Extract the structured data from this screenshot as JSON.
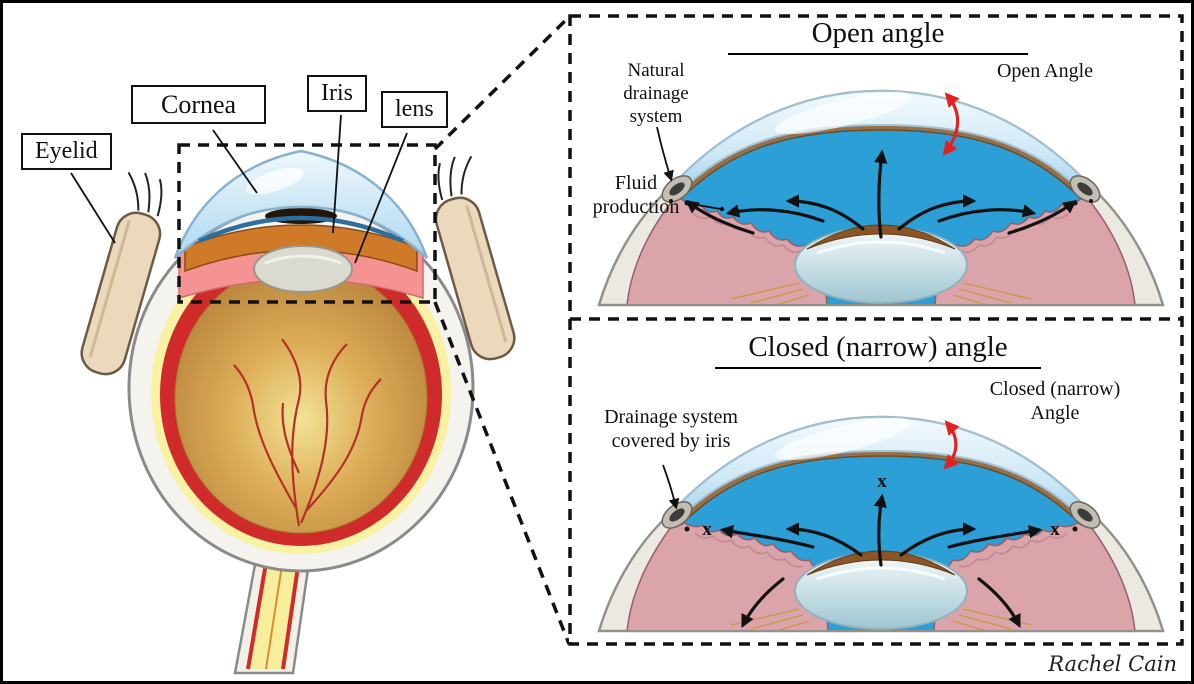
{
  "left_diagram": {
    "labels": {
      "eyelid": "Eyelid",
      "cornea": "Cornea",
      "iris": "Iris",
      "lens": "lens"
    }
  },
  "open_panel": {
    "title": "Open angle",
    "labels": {
      "natural_drainage": "Natural drainage system",
      "fluid_production": "Fluid production",
      "angle": "Open Angle"
    }
  },
  "closed_panel": {
    "title": "Closed (narrow) angle",
    "labels": {
      "drainage_covered": "Drainage system covered by iris",
      "angle": "Closed (narrow) Angle"
    },
    "blocked_mark": "x"
  },
  "signature": "Rachel Cain",
  "colors": {
    "fluid_blue": "#2b9fd6",
    "cornea_blue": "#cfe9f7",
    "iris_pink": "#dba4ab",
    "iris_orange": "#cf7a28",
    "choroid_red": "#cf2b2b",
    "sclera_gray": "#ece9e2",
    "gold": "#cfa035",
    "angle_arrow_red": "#e0231f"
  }
}
